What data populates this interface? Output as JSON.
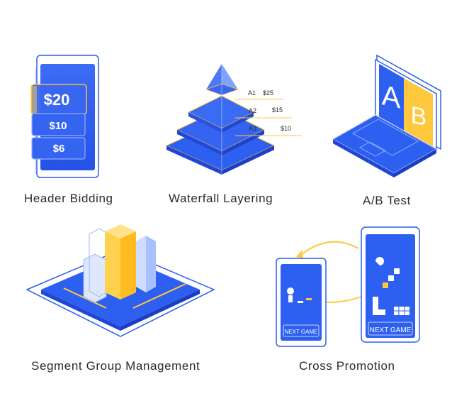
{
  "features": [
    {
      "caption": "Header Bidding",
      "icon": "tablet-price-bids-icon",
      "bids": [
        "$20",
        "$10",
        "$6"
      ]
    },
    {
      "caption": "Waterfall Layering",
      "icon": "pyramid-layers-icon",
      "layers": [
        {
          "label": "A1",
          "price": "$25"
        },
        {
          "label": "A2",
          "price": "$15"
        },
        {
          "label": "A3",
          "price": "$10"
        }
      ]
    },
    {
      "caption": "A/B Test",
      "icon": "laptop-ab-icon",
      "letters": [
        "A",
        "B"
      ]
    },
    {
      "caption": "Segment Group Management",
      "icon": "isometric-bars-platform-icon"
    },
    {
      "caption": "Cross Promotion",
      "icon": "two-phones-cross-promotion-icon",
      "left_button": "NEXT GAME",
      "right_button": "NEXT GAME"
    }
  ],
  "colors": {
    "blue": "#2d5ff0",
    "blue_dark": "#1f46d6",
    "blue_light": "#7fa2ff",
    "yellow": "#ffc83d",
    "text": "#2b2b2b"
  }
}
